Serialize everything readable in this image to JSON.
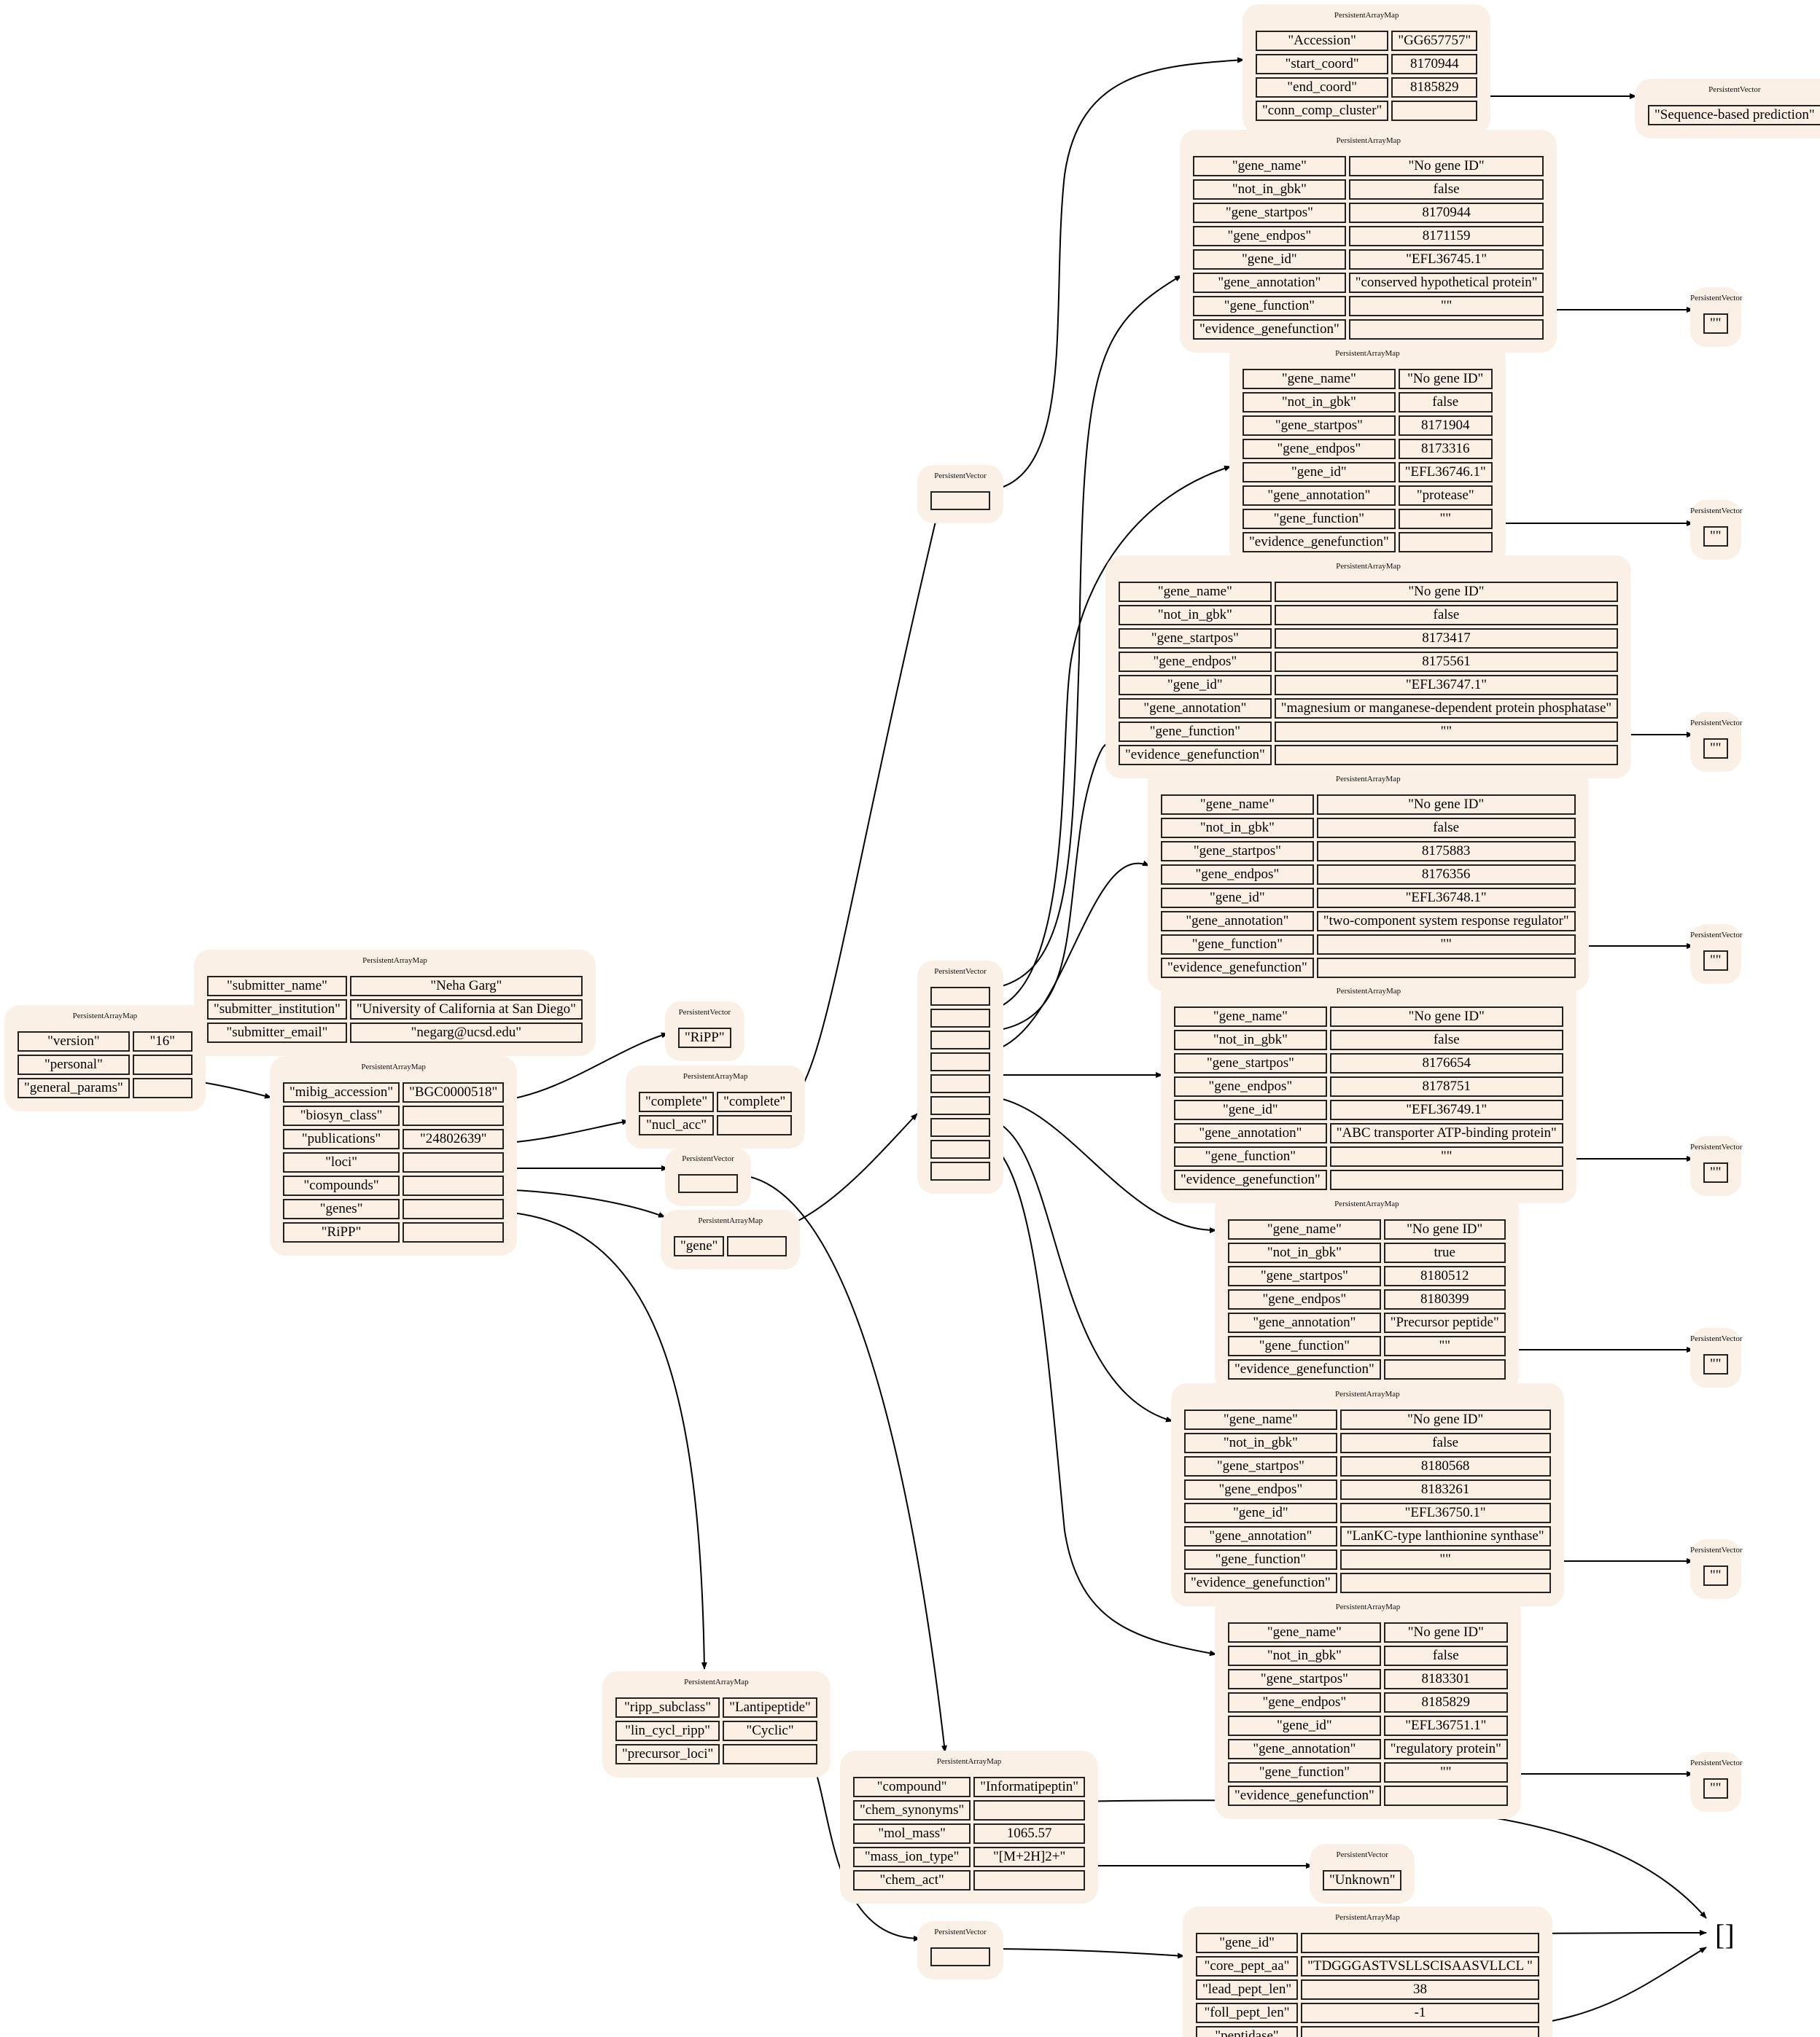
{
  "root": {
    "title": "PersistentArrayMap",
    "rows": [
      [
        "\"version\"",
        "\"16\""
      ],
      [
        "\"personal\"",
        ""
      ],
      [
        "\"general_params\"",
        ""
      ]
    ]
  },
  "personal": {
    "title": "PersistentArrayMap",
    "rows": [
      [
        "\"submitter_name\"",
        "\"Neha Garg\""
      ],
      [
        "\"submitter_institution\"",
        "\"University of California at San Diego\""
      ],
      [
        "\"submitter_email\"",
        "\"negarg@ucsd.edu\""
      ]
    ]
  },
  "general": {
    "title": "PersistentArrayMap",
    "rows": [
      [
        "\"mibig_accession\"",
        "\"BGC0000518\""
      ],
      [
        "\"biosyn_class\"",
        ""
      ],
      [
        "\"publications\"",
        "\"24802639\""
      ],
      [
        "\"loci\"",
        ""
      ],
      [
        "\"compounds\"",
        ""
      ],
      [
        "\"genes\"",
        ""
      ],
      [
        "\"RiPP\"",
        ""
      ]
    ]
  },
  "biosyn": {
    "title": "PersistentVector",
    "rows": [
      [
        "\"RiPP\""
      ]
    ]
  },
  "loci": {
    "title": "PersistentArrayMap",
    "rows": [
      [
        "\"complete\"",
        "\"complete\""
      ],
      [
        "\"nucl_acc\"",
        ""
      ]
    ]
  },
  "compounds_vec": {
    "title": "PersistentVector",
    "rows": [
      [
        ""
      ]
    ]
  },
  "genes_map": {
    "title": "PersistentArrayMap",
    "rows": [
      [
        "\"gene\"",
        ""
      ]
    ]
  },
  "nucl_vec": {
    "title": "PersistentVector",
    "rows": [
      [
        ""
      ]
    ]
  },
  "accession": {
    "title": "PersistentArrayMap",
    "rows": [
      [
        "\"Accession\"",
        "\"GG657757\""
      ],
      [
        "\"start_coord\"",
        "8170944"
      ],
      [
        "\"end_coord\"",
        "8185829"
      ],
      [
        "\"conn_comp_cluster\"",
        ""
      ]
    ]
  },
  "conn_vec": {
    "title": "PersistentVector",
    "rows": [
      [
        "\"Sequence-based prediction\""
      ]
    ]
  },
  "gene_vec": {
    "title": "PersistentVector",
    "rows": [
      [
        ""
      ],
      [
        ""
      ],
      [
        ""
      ],
      [
        ""
      ],
      [
        ""
      ],
      [
        ""
      ],
      [
        ""
      ],
      [
        ""
      ],
      [
        ""
      ]
    ]
  },
  "g1": {
    "title": "PersistentArrayMap",
    "rows": [
      [
        "\"gene_name\"",
        "\"No gene ID\""
      ],
      [
        "\"not_in_gbk\"",
        "false"
      ],
      [
        "\"gene_startpos\"",
        "8170944"
      ],
      [
        "\"gene_endpos\"",
        "8171159"
      ],
      [
        "\"gene_id\"",
        "\"EFL36745.1\""
      ],
      [
        "\"gene_annotation\"",
        "\"conserved hypothetical protein\""
      ],
      [
        "\"gene_function\"",
        "\"\""
      ],
      [
        "\"evidence_genefunction\"",
        ""
      ]
    ]
  },
  "g2": {
    "title": "PersistentArrayMap",
    "rows": [
      [
        "\"gene_name\"",
        "\"No gene ID\""
      ],
      [
        "\"not_in_gbk\"",
        "false"
      ],
      [
        "\"gene_startpos\"",
        "8171904"
      ],
      [
        "\"gene_endpos\"",
        "8173316"
      ],
      [
        "\"gene_id\"",
        "\"EFL36746.1\""
      ],
      [
        "\"gene_annotation\"",
        "\"protease\""
      ],
      [
        "\"gene_function\"",
        "\"\""
      ],
      [
        "\"evidence_genefunction\"",
        ""
      ]
    ]
  },
  "g3": {
    "title": "PersistentArrayMap",
    "rows": [
      [
        "\"gene_name\"",
        "\"No gene ID\""
      ],
      [
        "\"not_in_gbk\"",
        "false"
      ],
      [
        "\"gene_startpos\"",
        "8173417"
      ],
      [
        "\"gene_endpos\"",
        "8175561"
      ],
      [
        "\"gene_id\"",
        "\"EFL36747.1\""
      ],
      [
        "\"gene_annotation\"",
        "\"magnesium or manganese-dependent protein phosphatase\""
      ],
      [
        "\"gene_function\"",
        "\"\""
      ],
      [
        "\"evidence_genefunction\"",
        ""
      ]
    ]
  },
  "g4": {
    "title": "PersistentArrayMap",
    "rows": [
      [
        "\"gene_name\"",
        "\"No gene ID\""
      ],
      [
        "\"not_in_gbk\"",
        "false"
      ],
      [
        "\"gene_startpos\"",
        "8175883"
      ],
      [
        "\"gene_endpos\"",
        "8176356"
      ],
      [
        "\"gene_id\"",
        "\"EFL36748.1\""
      ],
      [
        "\"gene_annotation\"",
        "\"two-component system response regulator\""
      ],
      [
        "\"gene_function\"",
        "\"\""
      ],
      [
        "\"evidence_genefunction\"",
        ""
      ]
    ]
  },
  "g5": {
    "title": "PersistentArrayMap",
    "rows": [
      [
        "\"gene_name\"",
        "\"No gene ID\""
      ],
      [
        "\"not_in_gbk\"",
        "false"
      ],
      [
        "\"gene_startpos\"",
        "8176654"
      ],
      [
        "\"gene_endpos\"",
        "8178751"
      ],
      [
        "\"gene_id\"",
        "\"EFL36749.1\""
      ],
      [
        "\"gene_annotation\"",
        "\"ABC transporter ATP-binding protein\""
      ],
      [
        "\"gene_function\"",
        "\"\""
      ],
      [
        "\"evidence_genefunction\"",
        ""
      ]
    ]
  },
  "g6": {
    "title": "PersistentArrayMap",
    "rows": [
      [
        "\"gene_name\"",
        "\"No gene ID\""
      ],
      [
        "\"not_in_gbk\"",
        "true"
      ],
      [
        "\"gene_startpos\"",
        "8180512"
      ],
      [
        "\"gene_endpos\"",
        "8180399"
      ],
      [
        "\"gene_annotation\"",
        "\"Precursor peptide\""
      ],
      [
        "\"gene_function\"",
        "\"\""
      ],
      [
        "\"evidence_genefunction\"",
        ""
      ]
    ]
  },
  "g7": {
    "title": "PersistentArrayMap",
    "rows": [
      [
        "\"gene_name\"",
        "\"No gene ID\""
      ],
      [
        "\"not_in_gbk\"",
        "false"
      ],
      [
        "\"gene_startpos\"",
        "8180568"
      ],
      [
        "\"gene_endpos\"",
        "8183261"
      ],
      [
        "\"gene_id\"",
        "\"EFL36750.1\""
      ],
      [
        "\"gene_annotation\"",
        "\"LanKC-type lanthionine synthase\""
      ],
      [
        "\"gene_function\"",
        "\"\""
      ],
      [
        "\"evidence_genefunction\"",
        ""
      ]
    ]
  },
  "g8": {
    "title": "PersistentArrayMap",
    "rows": [
      [
        "\"gene_name\"",
        "\"No gene ID\""
      ],
      [
        "\"not_in_gbk\"",
        "false"
      ],
      [
        "\"gene_startpos\"",
        "8183301"
      ],
      [
        "\"gene_endpos\"",
        "8185829"
      ],
      [
        "\"gene_id\"",
        "\"EFL36751.1\""
      ],
      [
        "\"gene_annotation\"",
        "\"regulatory protein\""
      ],
      [
        "\"gene_function\"",
        "\"\""
      ],
      [
        "\"evidence_genefunction\"",
        ""
      ]
    ]
  },
  "ev1": {
    "title": "PersistentVector",
    "rows": [
      [
        "\"\""
      ]
    ]
  },
  "ev2": {
    "title": "PersistentVector",
    "rows": [
      [
        "\"\""
      ]
    ]
  },
  "ev3": {
    "title": "PersistentVector",
    "rows": [
      [
        "\"\""
      ]
    ]
  },
  "ev4": {
    "title": "PersistentVector",
    "rows": [
      [
        "\"\""
      ]
    ]
  },
  "ev5": {
    "title": "PersistentVector",
    "rows": [
      [
        "\"\""
      ]
    ]
  },
  "ev6": {
    "title": "PersistentVector",
    "rows": [
      [
        "\"\""
      ]
    ]
  },
  "ev7": {
    "title": "PersistentVector",
    "rows": [
      [
        "\"\""
      ]
    ]
  },
  "ev8": {
    "title": "PersistentVector",
    "rows": [
      [
        "\"\""
      ]
    ]
  },
  "ripp": {
    "title": "PersistentArrayMap",
    "rows": [
      [
        "\"ripp_subclass\"",
        "\"Lantipeptide\""
      ],
      [
        "\"lin_cycl_ripp\"",
        "\"Cyclic\""
      ],
      [
        "\"precursor_loci\"",
        ""
      ]
    ]
  },
  "compound": {
    "title": "PersistentArrayMap",
    "rows": [
      [
        "\"compound\"",
        "\"Informatipeptin\""
      ],
      [
        "\"chem_synonyms\"",
        ""
      ],
      [
        "\"mol_mass\"",
        "1065.57"
      ],
      [
        "\"mass_ion_type\"",
        "\"[M+2H]2+\""
      ],
      [
        "\"chem_act\"",
        ""
      ]
    ]
  },
  "chem_vec": {
    "title": "PersistentVector",
    "rows": [
      [
        "\"Unknown\""
      ]
    ]
  },
  "prec_vec": {
    "title": "PersistentVector",
    "rows": [
      [
        ""
      ]
    ]
  },
  "core": {
    "title": "PersistentArrayMap",
    "rows": [
      [
        "\"gene_id\"",
        ""
      ],
      [
        "\"core_pept_aa\"",
        "\"TDGGGASTVSLLSCISAASVLLCL \""
      ],
      [
        "\"lead_pept_len\"",
        "38"
      ],
      [
        "\"foll_pept_len\"",
        "-1"
      ],
      [
        "\"peptidase\"",
        ""
      ]
    ]
  },
  "empty_list": "[]"
}
